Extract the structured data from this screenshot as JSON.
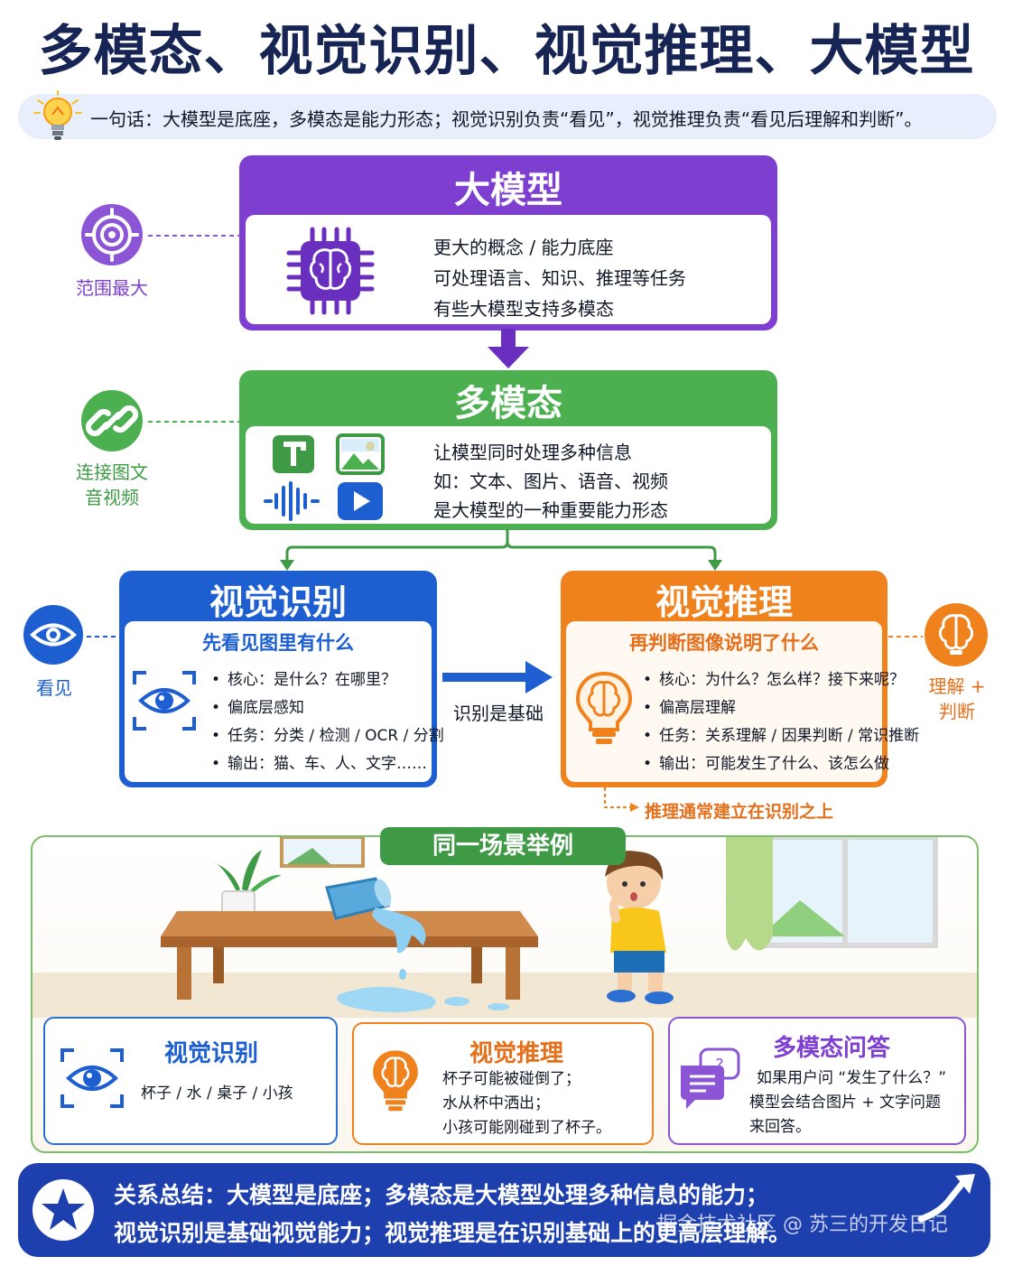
{
  "title": "多模态、视觉识别、视觉推理、大模型",
  "one_sentence": "一句话：大模型是底座，多模态是能力形态；视觉识别负责“看见”，视觉推理负责“看见后理解和判断”。",
  "llm": {
    "title": "大模型",
    "lines": [
      "更大的概念 / 能力底座",
      "可处理语言、知识、推理等任务",
      "有些大模型支持多模态"
    ],
    "side_label": "范围最大",
    "icon": "brain-chip-icon",
    "color": "#7e3fd1"
  },
  "multimodal": {
    "title": "多模态",
    "lines": [
      "让模型同时处理多种信息",
      "如：文本、图片、语音、视频",
      "是大模型的一种重要能力形态"
    ],
    "side_label_1": "连接图文",
    "side_label_2": "音视频",
    "color": "#4caf50"
  },
  "recognition": {
    "title": "视觉识别",
    "subtitle": "先看见图里有什么",
    "bullets": [
      "核心：是什么？在哪里？",
      "偏底层感知",
      "任务：分类 / 检测 / OCR / 分割",
      "输出：猫、车、人、文字……"
    ],
    "side_label": "看见",
    "color": "#1d5fd0"
  },
  "reasoning": {
    "title": "视觉推理",
    "subtitle": "再判断图像说明了什么",
    "bullets": [
      "核心：为什么？怎么样？接下来呢？",
      "偏高层理解",
      "任务：关系理解 / 因果判断 / 常识推断",
      "输出：可能发生了什么、该怎么做"
    ],
    "side_label_1": "理解 +",
    "side_label_2": "判断",
    "note": "推理通常建立在识别之上",
    "color": "#f0821e"
  },
  "arrow_label": "识别是基础",
  "scene": {
    "tag": "同一场景举例",
    "cards": [
      {
        "title": "视觉识别",
        "lines": [
          "杯子 / 水 / 桌子 / 小孩"
        ]
      },
      {
        "title": "视觉推理",
        "lines": [
          "杯子可能被碰倒了；",
          "水从杯中洒出；",
          "小孩可能刚碰到了杯子。"
        ]
      },
      {
        "title": "多模态问答",
        "lines": [
          "如果用户问 “发生了什么？”",
          "模型会结合图片 + 文字问题",
          "来回答。"
        ]
      }
    ]
  },
  "summary": {
    "line1": "关系总结：大模型是底座；多模态是大模型处理多种信息的能力；",
    "line2": "视觉识别是基础视觉能力；视觉推理是在识别基础上的更高层理解。",
    "watermark": "掘金技术社区 @ 苏三的开发日记"
  }
}
